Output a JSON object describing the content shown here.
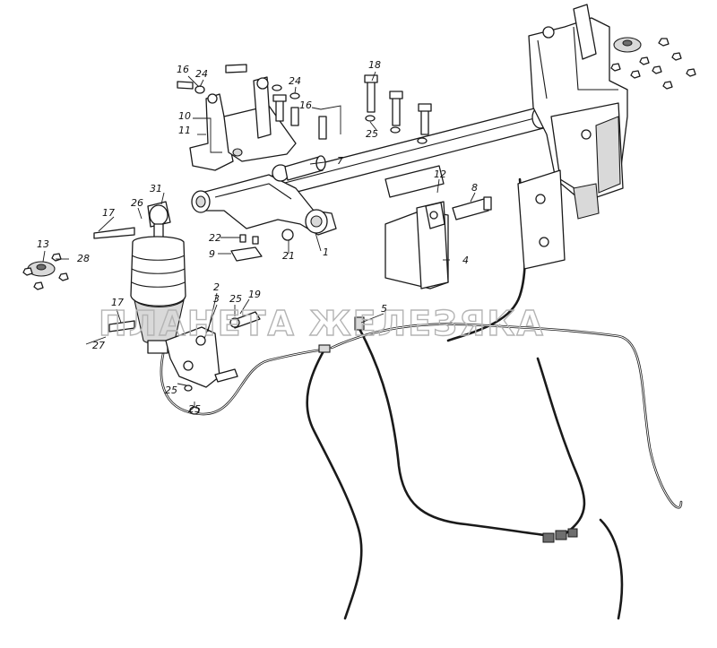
{
  "diagram": {
    "watermark": "ПЛАНЕТА ЖЕЛЕЗЯКА",
    "callouts": [
      "16",
      "24",
      "18",
      "24",
      "16",
      "10",
      "11",
      "25",
      "7",
      "12",
      "8",
      "31",
      "26",
      "17",
      "22",
      "9",
      "21",
      "1",
      "4",
      "13",
      "28",
      "2",
      "3",
      "25",
      "19",
      "5",
      "17",
      "27",
      "25",
      "25"
    ]
  }
}
